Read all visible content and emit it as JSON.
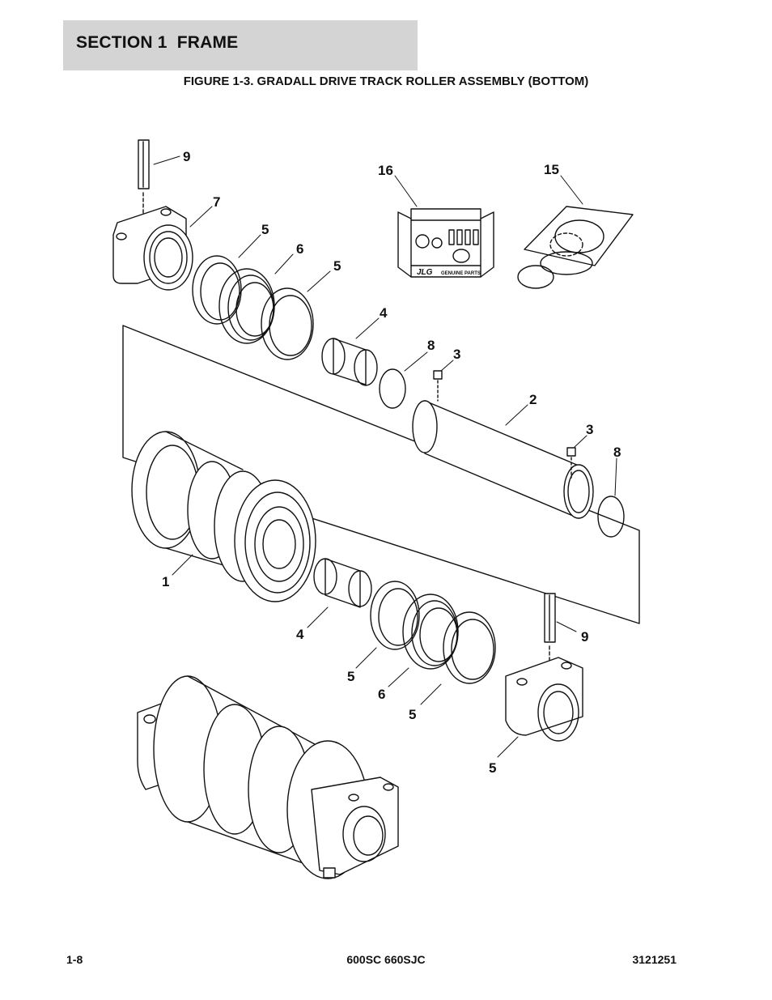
{
  "header": {
    "section_title": "SECTION 1  FRAME"
  },
  "figure": {
    "title": "FIGURE 1-3. GRADALL DRIVE TRACK ROLLER ASSEMBLY (BOTTOM)"
  },
  "callouts": {
    "c9a": "9",
    "c7": "7",
    "c5a": "5",
    "c6a": "6",
    "c5b": "5",
    "c4a": "4",
    "c16": "16",
    "c15": "15",
    "c8a": "8",
    "c3a": "3",
    "c2": "2",
    "c3b": "3",
    "c8b": "8",
    "c1": "1",
    "c4b": "4",
    "c9b": "9",
    "c5c": "5",
    "c6b": "6",
    "c5d": "5",
    "c5e": "5"
  },
  "kit": {
    "brand": "JLG",
    "label": "GENUINE PARTS"
  },
  "footer": {
    "page": "1-8",
    "model": "600SC 660SJC",
    "doc_number": "3121251"
  }
}
